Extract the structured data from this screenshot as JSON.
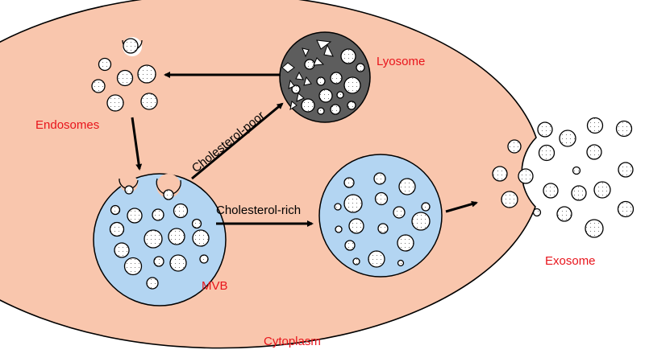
{
  "labels": {
    "endosomes": "Endosomes",
    "lysosome": "Lyosome",
    "mvb": "MVB",
    "exosome": "Exosome",
    "cytoplasm": "Cytoplasm",
    "cholesterol_poor": "Cholesterol-poor",
    "cholesterol_rich": "Cholesterol-rich"
  },
  "colors": {
    "cytoplasm_fill": "#f9c6ad",
    "mvb_fill": "#b3d5f2",
    "lysosome_fill": "#5d5d5d",
    "label_red": "#e8141b",
    "outline": "#000000"
  }
}
